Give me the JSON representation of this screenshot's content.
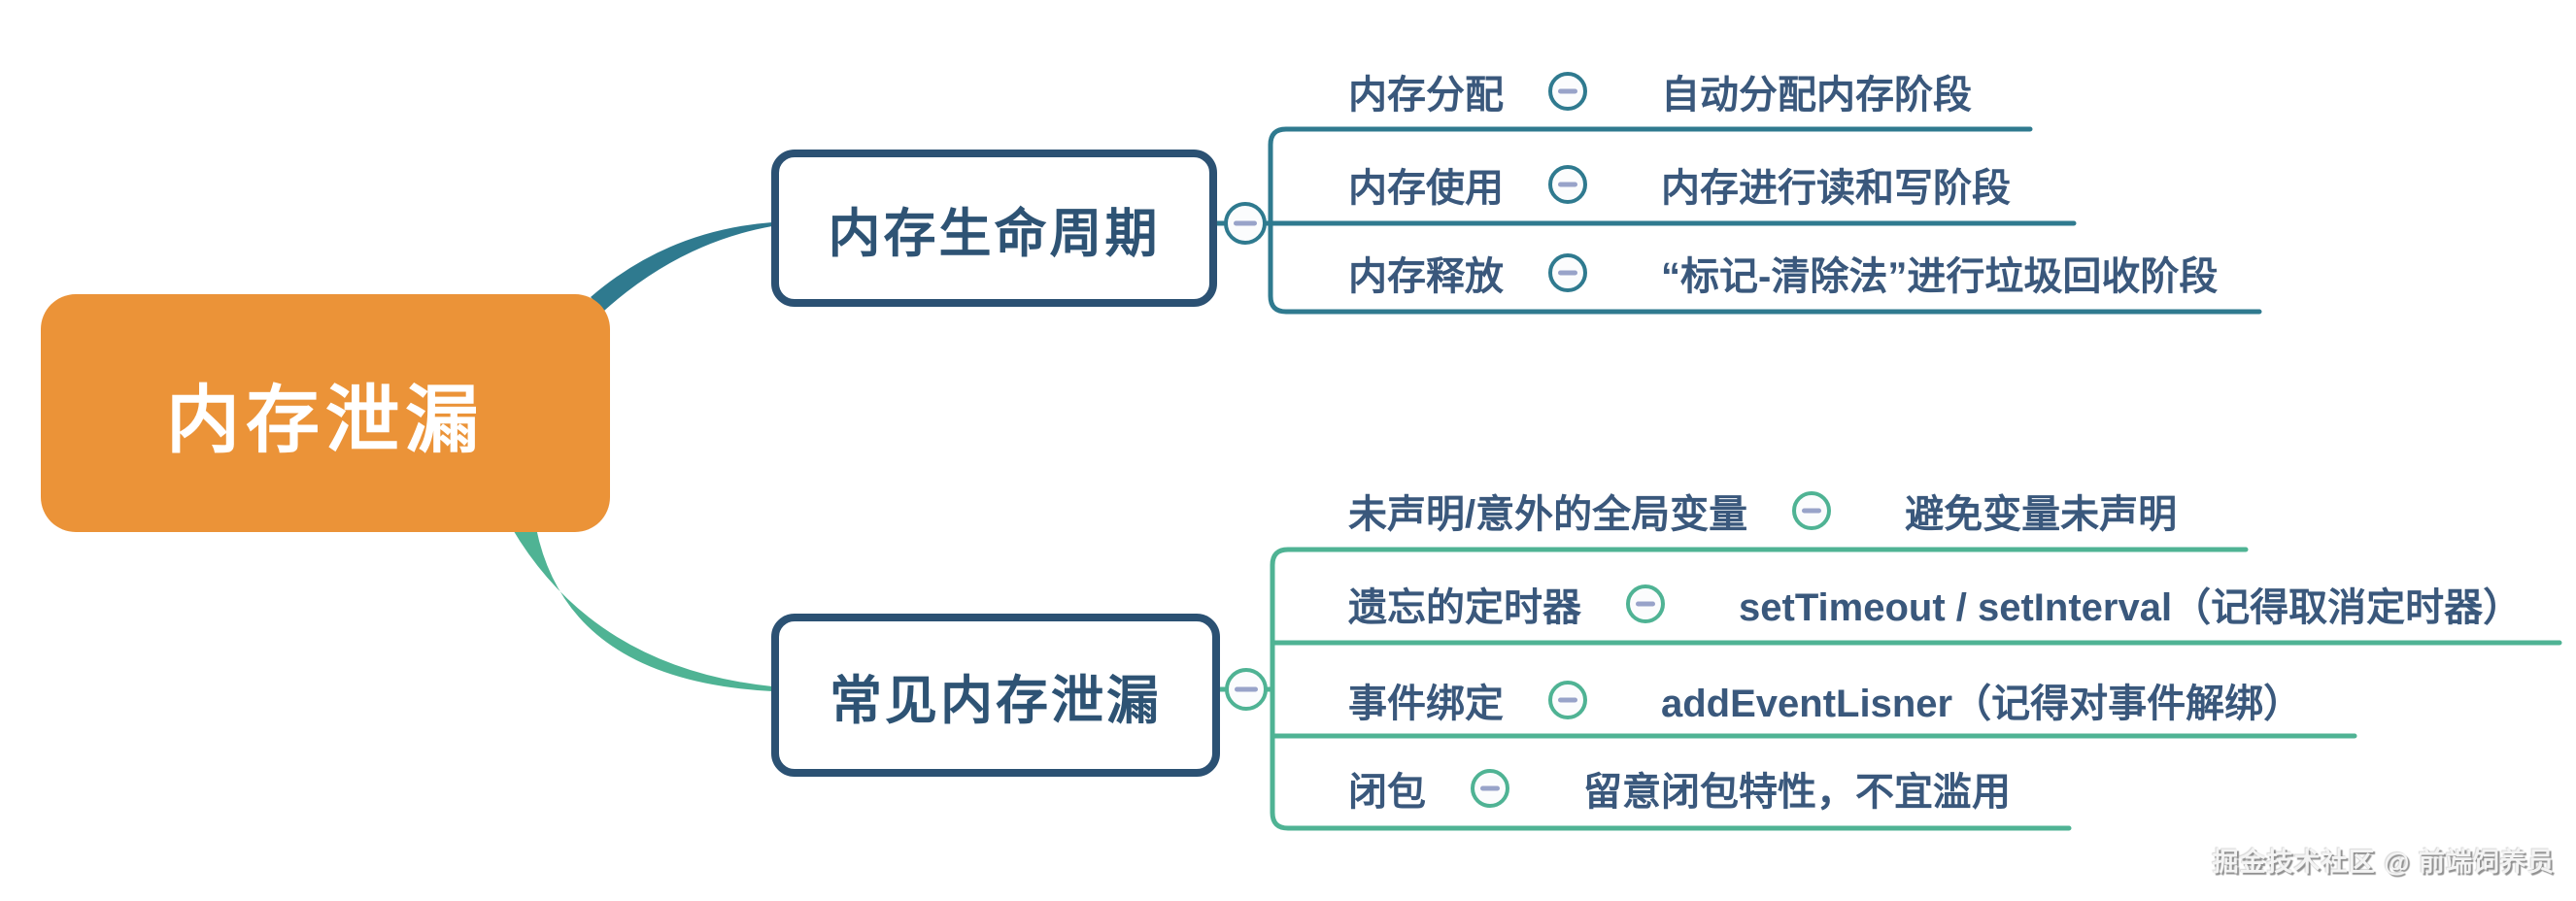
{
  "root": {
    "label": "内存泄漏"
  },
  "branches": [
    {
      "title": "内存生命周期",
      "items": [
        {
          "label": "内存分配",
          "detail": "自动分配内存阶段"
        },
        {
          "label": "内存使用",
          "detail": "内存进行读和写阶段"
        },
        {
          "label": "内存释放",
          "detail": "“标记-清除法”进行垃圾回收阶段"
        }
      ]
    },
    {
      "title": "常见内存泄漏",
      "items": [
        {
          "label": "未声明/意外的全局变量",
          "detail": "避免变量未声明"
        },
        {
          "label": "遗忘的定时器",
          "detail": "setTimeout / setInterval（记得取消定时器）"
        },
        {
          "label": "事件绑定",
          "detail": "addEventLisner（记得对事件解绑）"
        },
        {
          "label": "闭包",
          "detail": "留意闭包特性，不宜滥用"
        }
      ]
    }
  ],
  "watermark": "掘金技术社区 @ 前端饲养员",
  "icons": {
    "collapse": "minus-icon"
  },
  "colors": {
    "root_fill": "#EB9338",
    "node_border": "#2B5173",
    "node_text": "#2E5374",
    "row_text": "#3A587C",
    "branch1_line": "#2F7A8F",
    "branch2_line": "#4FB394",
    "minus_dash": "#98A3C9",
    "watermark_shadow": "#909090"
  }
}
